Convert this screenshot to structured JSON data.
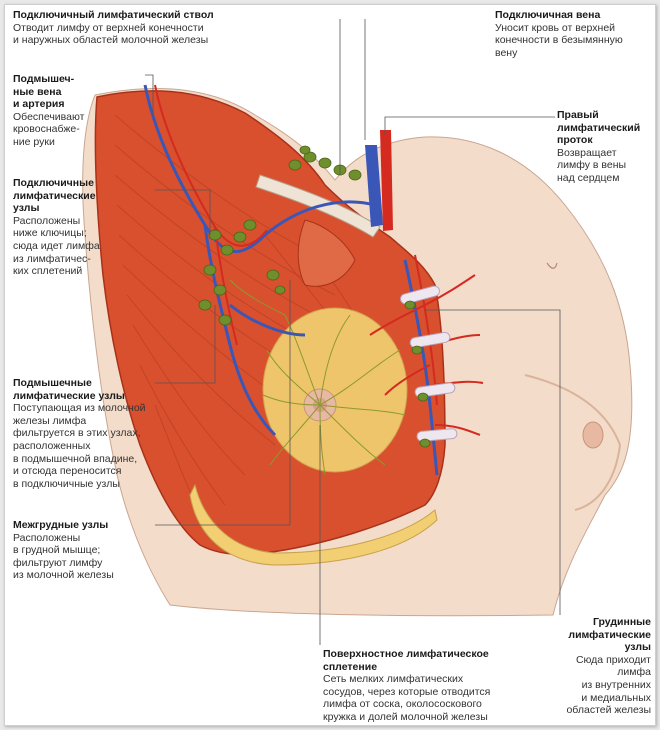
{
  "colors": {
    "muscle": "#d8502e",
    "muscle_dark": "#a83219",
    "skin": "#f4dccb",
    "gland": "#f2cf72",
    "vein": "#3a57b8",
    "artery": "#d42a20",
    "lymph_node": "#6f8f2c",
    "leader_line": "#555555"
  },
  "labels": {
    "subclavian_trunk": {
      "title": "Подключичный лимфатический ствол",
      "desc": "Отводит лимфу от верхней конечности\nи наружных областей молочной железы"
    },
    "subclavian_vein": {
      "title": "Подключичная вена",
      "desc": "Уносит кровь от верхней\nконечности в безымянную\nвену"
    },
    "axillary_vessels": {
      "title": "Подмышеч-\nные вена\nи артерия",
      "desc": "Обеспечивают\nкровоснабже-\nние руки"
    },
    "right_lymph_duct": {
      "title": "Правый\nлимфатический\nпроток",
      "desc": "Возвращает\nлимфу в вены\nнад сердцем"
    },
    "subclavian_nodes": {
      "title": "Подключичные\nлимфатические\nузлы",
      "desc": "Расположены\nниже ключицы;\nсюда идет лимфа\nиз лимфатичес-\nких сплетений"
    },
    "axillary_nodes": {
      "title": "Подмышечные\nлимфатические узлы",
      "desc": "Поступающая из молочной\nжелезы лимфа\nфильтруется в этих узлах,\nрасположенных\nв подмышечной впадине,\nи отсюда переносится\nв подключичные узлы"
    },
    "intercostal_nodes": {
      "title": "Межгрудные узлы",
      "desc": "Расположены\nв грудной мышце;\nфильтруют лимфу\nиз молочной железы"
    },
    "superficial_plexus": {
      "title": "Поверхностное лимфатическое\nсплетение",
      "desc": "Сеть мелких лимфатических\nсосудов, через которые отводится\nлимфа от соска, околососкового\nкружка и долей молочной железы"
    },
    "sternal_nodes": {
      "title": "Грудинные\nлимфатические\nузлы",
      "desc": "Сюда приходит\nлимфа\nиз внутренних\nи медиальных\nобластей железы"
    }
  }
}
